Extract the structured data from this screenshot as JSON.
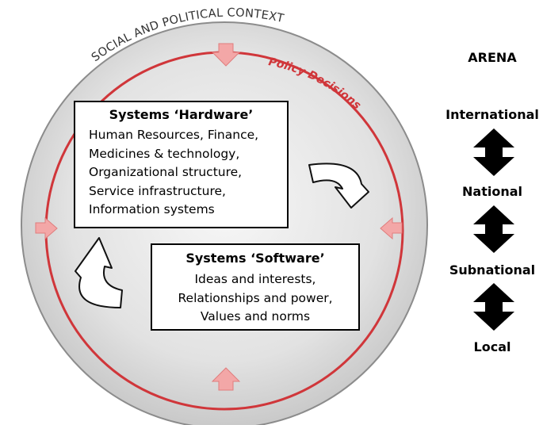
{
  "context_label": "SOCIAL AND POLITICAL CONTEXT",
  "policy_label": "Policy Decisions",
  "hardware": {
    "title": "Systems ‘Hardware’",
    "lines": [
      "Human Resources, Finance,",
      "Medicines & technology,",
      "Organizational structure,",
      "Service infrastructure,",
      "Information systems"
    ]
  },
  "software": {
    "title": "Systems ‘Software’",
    "lines": [
      "Ideas and interests,",
      "Relationships and power,",
      "Values and norms"
    ]
  },
  "arena": {
    "heading": "ARENA",
    "levels": [
      "International",
      "National",
      "Subnational",
      "Local"
    ]
  },
  "colors": {
    "accent_red": "#d0363a",
    "arrow_pink": "#f3a7a7",
    "disc_grey": "#d9d9d9"
  }
}
